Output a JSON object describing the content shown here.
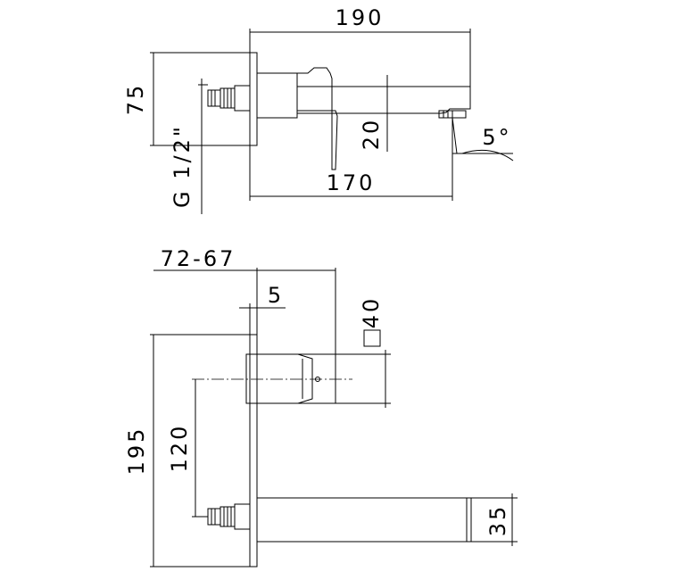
{
  "top_view": {
    "dim_total_length": "190",
    "dim_spout_length": "170",
    "dim_height": "75",
    "dim_spout_offset": "20",
    "dim_angle": "5°",
    "dim_thread": "G 1/2\""
  },
  "front_view": {
    "dim_depth_range": "72-67",
    "dim_plate_thickness": "5",
    "dim_handle_square": "40",
    "dim_total_height": "195",
    "dim_axis_distance": "120",
    "dim_spout_height": "35"
  }
}
